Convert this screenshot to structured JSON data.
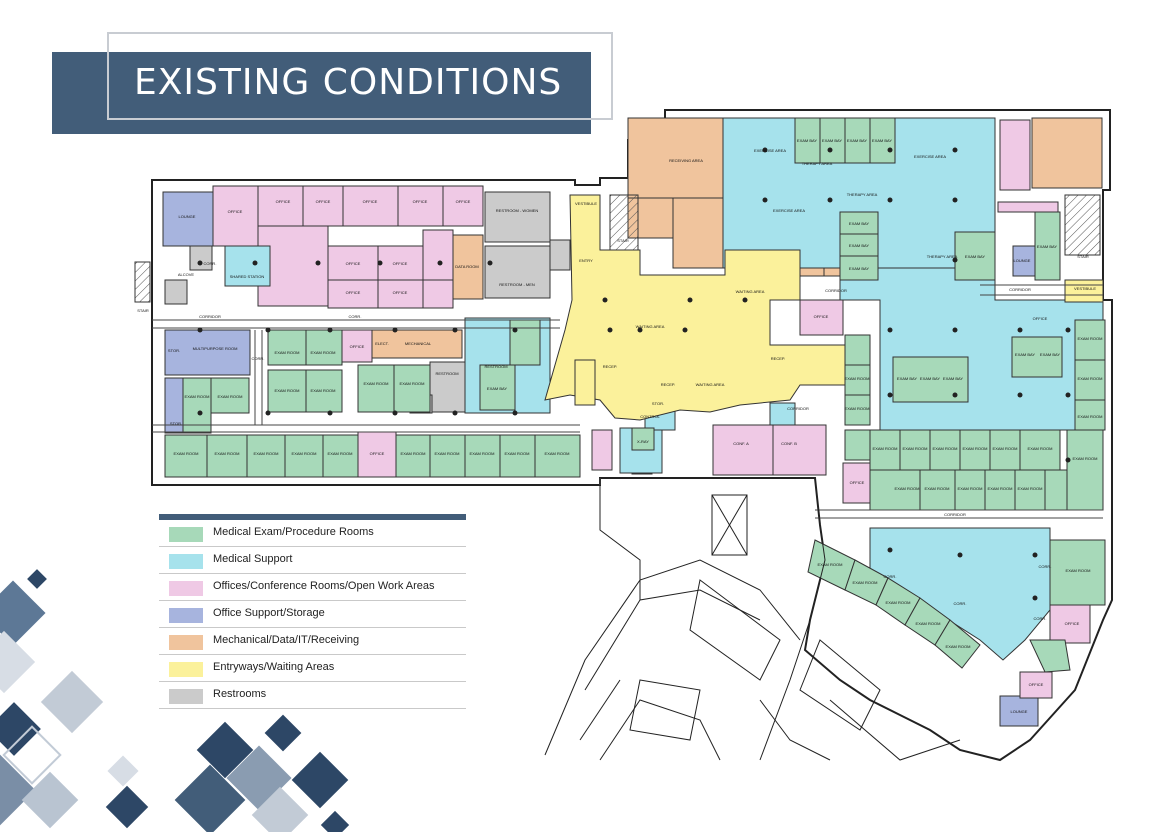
{
  "title": "EXISTING CONDITIONS",
  "legend": [
    {
      "label": "Medical Exam/Procedure Rooms",
      "color": "#a7d9b9"
    },
    {
      "label": "Medical Support",
      "color": "#a6e2ec"
    },
    {
      "label": "Offices/Conference Rooms/Open Work Areas",
      "color": "#efc9e5"
    },
    {
      "label": "Office Support/Storage",
      "color": "#a7b4de"
    },
    {
      "label": "Mechanical/Data/IT/Receiving",
      "color": "#f0c49d"
    },
    {
      "label": "Entryways/Waiting Areas",
      "color": "#fbf19b"
    },
    {
      "label": "Restrooms",
      "color": "#cbcbcb"
    }
  ],
  "rooms": {
    "exam_bay": "EXAM BAY",
    "exam_room": "EXAM ROOM",
    "office": "OFFICE",
    "corr": "CORR.",
    "corridor": "CORRIDOR",
    "lounge": "LOUNGE",
    "alcove": "ALCOVE",
    "restroom": "RESTROOM",
    "restroom_women": "RESTROOM - WOMEN",
    "restroom_men": "RESTROOM - MEN",
    "shared_station": "SHARED STATION",
    "data_room": "DATA ROOM",
    "mechanical": "MECHANICAL",
    "elect": "ELECT.",
    "multipurpose_room": "MULTIPURPOSE ROOM",
    "stor": "STOR.",
    "vestibule": "VESTIBULE",
    "entry": "ENTRY",
    "waiting_area": "WAITING AREA",
    "recep": "RECEP.",
    "receiving_area": "RECEIVING AREA",
    "therapy_area": "THERAPY AREA",
    "exercise_area": "EXERCISE AREA",
    "xray": "X-RAY",
    "conf_a": "CONF. A",
    "conf_b": "CONF. B",
    "stair": "STAIR",
    "control": "CONTROL"
  }
}
